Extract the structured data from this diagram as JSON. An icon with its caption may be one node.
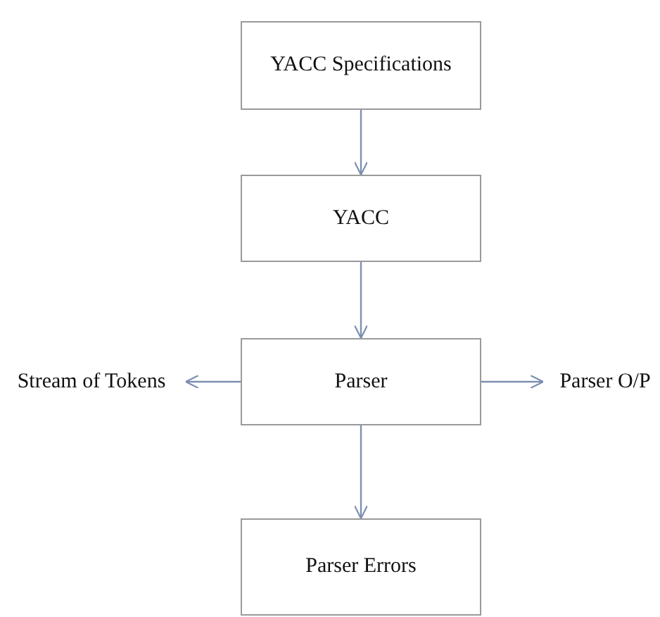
{
  "diagram": {
    "nodes": [
      {
        "text": [
          "YACC Specifications"
        ]
      },
      {
        "text": [
          "YACC"
        ]
      },
      {
        "text": [
          "Stream of Tokens"
        ]
      },
      {
        "text": [
          "Parser"
        ]
      },
      {
        "text": [
          "Parser O/P"
        ]
      },
      {
        "text": [
          "Parser Errors"
        ]
      }
    ],
    "edges": [
      {
        "from": 0,
        "to": 1,
        "arrow": "to"
      },
      {
        "from": 1,
        "to": 3,
        "arrow": "to"
      },
      {
        "from": 3,
        "to": 2,
        "arrow": "to"
      },
      {
        "from": 3,
        "to": 4,
        "arrow": "to"
      },
      {
        "from": 3,
        "to": 5,
        "arrow": "to"
      }
    ]
  }
}
